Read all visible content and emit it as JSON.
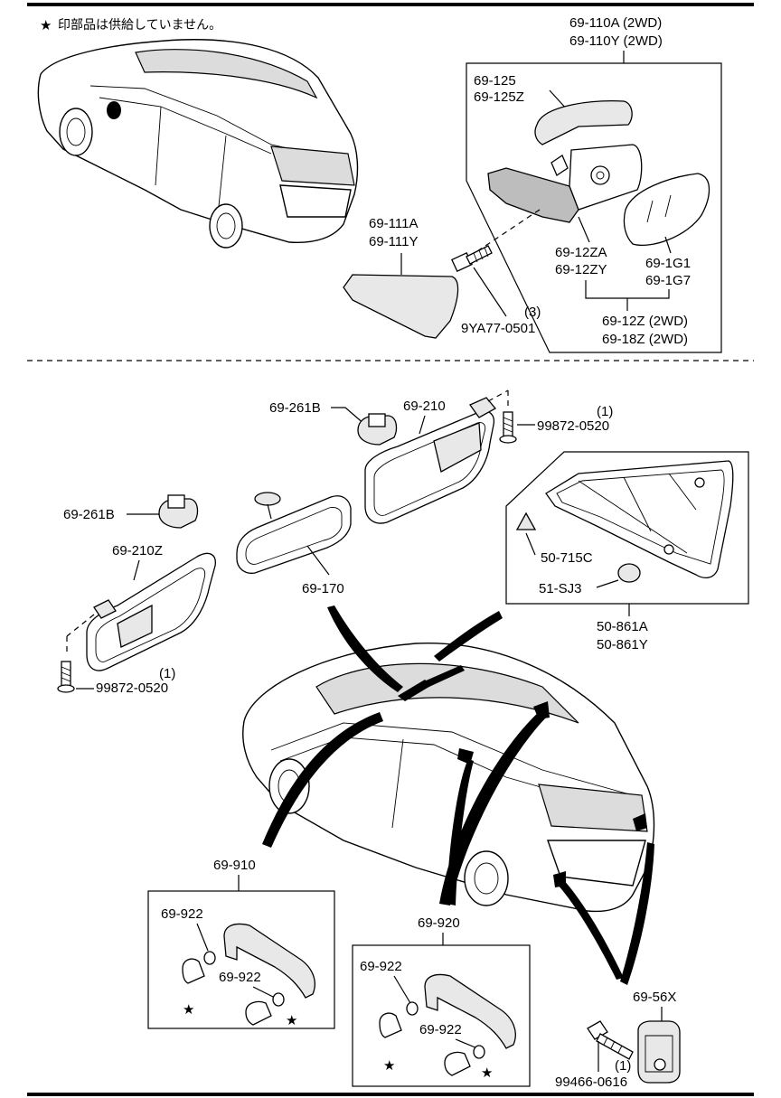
{
  "note": {
    "star": "★",
    "text": "印部品は供給していません。"
  },
  "labels": {
    "p69_110a": "69-110A (2WD)",
    "p69_110y": "69-110Y (2WD)",
    "p69_125": "69-125",
    "p69_125z": "69-125Z",
    "p69_111a": "69-111A",
    "p69_111y": "69-111Y",
    "p69_12za": "69-12ZA",
    "p69_12zy": "69-12ZY",
    "p69_1g1": "69-1G1",
    "p69_1g7": "69-1G7",
    "p69_12z": "69-12Z (2WD)",
    "p69_18z": "69-18Z (2WD)",
    "qty3": "(3)",
    "p9ya77": "9YA77-0501",
    "p69_261b_a": "69-261B",
    "p69_210": "69-210",
    "qty1_a": "(1)",
    "p99872_a": "99872-0520",
    "p69_261b_b": "69-261B",
    "p69_210z": "69-210Z",
    "p69_170": "69-170",
    "qty1_b": "(1)",
    "p99872_b": "99872-0520",
    "p50_715c": "50-715C",
    "p51_sj3": "51-SJ3",
    "p50_861a": "50-861A",
    "p50_861y": "50-861Y",
    "p69_910": "69-910",
    "p69_922_a": "69-922",
    "p69_922_b": "69-922",
    "p69_920": "69-920",
    "p69_922_c": "69-922",
    "p69_922_d": "69-922",
    "p69_56x": "69-56X",
    "qty1_c": "(1)",
    "p99466": "99466-0616",
    "star": "★"
  }
}
